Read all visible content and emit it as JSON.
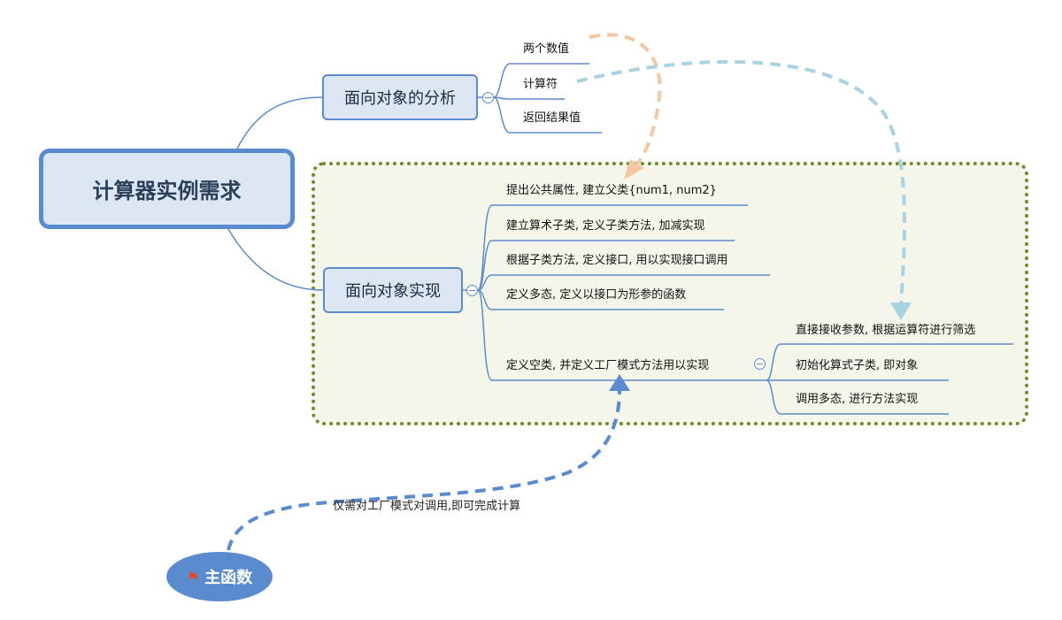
{
  "central_topic": "计算器实例需求",
  "analysis": {
    "title": "面向对象的分析",
    "items": [
      "两个数值",
      "计算符",
      "返回结果值"
    ]
  },
  "implementation": {
    "title": "面向对象实现",
    "items": [
      "提出公共属性, 建立父类{num1, num2}",
      "建立算术子类, 定义子类方法, 加减实现",
      "根据子类方法, 定义接口, 用以实现接口调用",
      "定义多态, 定义以接口为形参的函数",
      "定义空类, 并定义工厂模式方法用以实现"
    ],
    "factory_subitems": [
      "直接接收参数, 根据运算符进行筛选",
      "初始化算式子类, 即对象",
      "调用多态, 进行方法实现"
    ]
  },
  "floating_topic": {
    "label": "主函数",
    "icon": "flag-icon"
  },
  "relationship_label": "仅需对工厂模式对调用,即可完成计算",
  "colors": {
    "branch": "#5b8bcf",
    "topic_fill": "#dde6f3",
    "boundary_border": "#6e8a2e",
    "boundary_fill": "#f4f6ea",
    "orange_relation": "#f5c7a0",
    "light_blue_relation": "#a9d3e2",
    "blue_relation": "#5b8bcf"
  }
}
